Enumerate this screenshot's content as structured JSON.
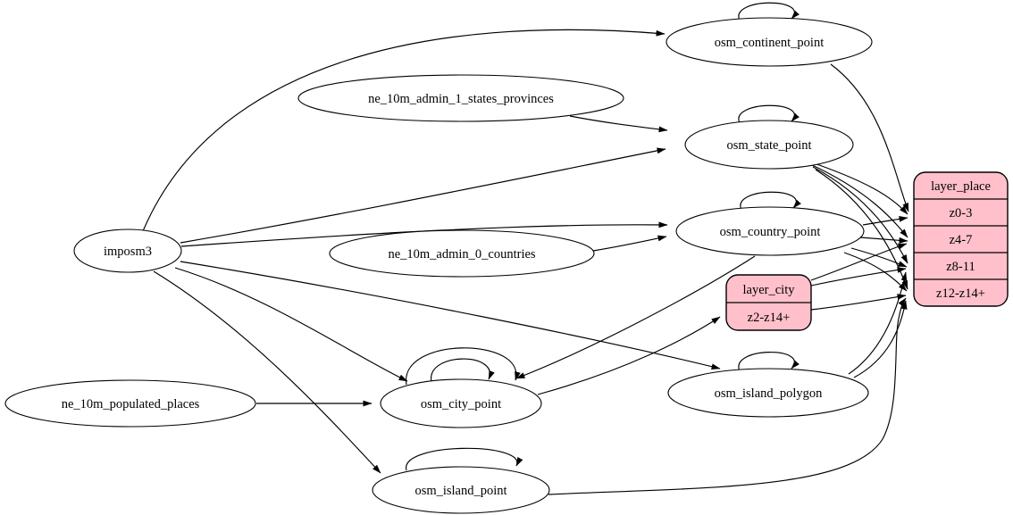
{
  "diagram": {
    "type": "graphviz-etl-graph",
    "colors": {
      "background": "#ffffff",
      "table_node_fill": "#ffffff",
      "layer_node_fill": "#ffc0cb",
      "stroke": "#000000"
    },
    "nodes": {
      "imposm3": {
        "label": "imposm3",
        "shape": "ellipse"
      },
      "ne_10m_admin_1_states_provinces": {
        "label": "ne_10m_admin_1_states_provinces",
        "shape": "ellipse"
      },
      "ne_10m_admin_0_countries": {
        "label": "ne_10m_admin_0_countries",
        "shape": "ellipse"
      },
      "ne_10m_populated_places": {
        "label": "ne_10m_populated_places",
        "shape": "ellipse"
      },
      "osm_continent_point": {
        "label": "osm_continent_point",
        "shape": "ellipse"
      },
      "osm_state_point": {
        "label": "osm_state_point",
        "shape": "ellipse"
      },
      "osm_country_point": {
        "label": "osm_country_point",
        "shape": "ellipse"
      },
      "osm_city_point": {
        "label": "osm_city_point",
        "shape": "ellipse"
      },
      "osm_island_polygon": {
        "label": "osm_island_polygon",
        "shape": "ellipse"
      },
      "osm_island_point": {
        "label": "osm_island_point",
        "shape": "ellipse"
      },
      "layer_city": {
        "title": "layer_city",
        "rows": [
          "z2-z14+"
        ],
        "shape": "record"
      },
      "layer_place": {
        "title": "layer_place",
        "rows": [
          "z0-3",
          "z4-7",
          "z8-11",
          "z12-z14+"
        ],
        "shape": "record"
      }
    },
    "edges": [
      {
        "from": "imposm3",
        "to": "osm_continent_point"
      },
      {
        "from": "imposm3",
        "to": "osm_state_point"
      },
      {
        "from": "imposm3",
        "to": "osm_country_point"
      },
      {
        "from": "imposm3",
        "to": "osm_city_point"
      },
      {
        "from": "imposm3",
        "to": "osm_island_polygon"
      },
      {
        "from": "imposm3",
        "to": "osm_island_point"
      },
      {
        "from": "ne_10m_admin_1_states_provinces",
        "to": "osm_state_point"
      },
      {
        "from": "ne_10m_admin_0_countries",
        "to": "osm_country_point"
      },
      {
        "from": "ne_10m_populated_places",
        "to": "osm_city_point"
      },
      {
        "from": "osm_continent_point",
        "to": "osm_continent_point"
      },
      {
        "from": "osm_state_point",
        "to": "osm_state_point"
      },
      {
        "from": "osm_country_point",
        "to": "osm_country_point"
      },
      {
        "from": "osm_city_point",
        "to": "osm_city_point"
      },
      {
        "from": "osm_city_point",
        "to": "osm_city_point"
      },
      {
        "from": "osm_island_polygon",
        "to": "osm_island_polygon"
      },
      {
        "from": "osm_island_point",
        "to": "osm_island_point"
      },
      {
        "from": "osm_country_point",
        "to": "osm_city_point"
      },
      {
        "from": "osm_city_point",
        "to": "layer_city:z2-z14+"
      },
      {
        "from": "osm_continent_point",
        "to": "layer_place:z0-3"
      },
      {
        "from": "osm_state_point",
        "to": "layer_place:z0-3"
      },
      {
        "from": "osm_state_point",
        "to": "layer_place:z4-7"
      },
      {
        "from": "osm_state_point",
        "to": "layer_place:z8-11"
      },
      {
        "from": "osm_state_point",
        "to": "layer_place:z12-z14+"
      },
      {
        "from": "osm_country_point",
        "to": "layer_place:z0-3"
      },
      {
        "from": "osm_country_point",
        "to": "layer_place:z4-7"
      },
      {
        "from": "osm_country_point",
        "to": "layer_place:z8-11"
      },
      {
        "from": "osm_country_point",
        "to": "layer_place:z12-z14+"
      },
      {
        "from": "layer_city",
        "to": "layer_place:z4-7"
      },
      {
        "from": "layer_city",
        "to": "layer_place:z8-11"
      },
      {
        "from": "layer_city",
        "to": "layer_place:z12-z14+"
      },
      {
        "from": "osm_island_polygon",
        "to": "layer_place:z8-11"
      },
      {
        "from": "osm_island_polygon",
        "to": "layer_place:z12-z14+"
      },
      {
        "from": "osm_island_point",
        "to": "layer_place:z12-z14+"
      }
    ]
  }
}
